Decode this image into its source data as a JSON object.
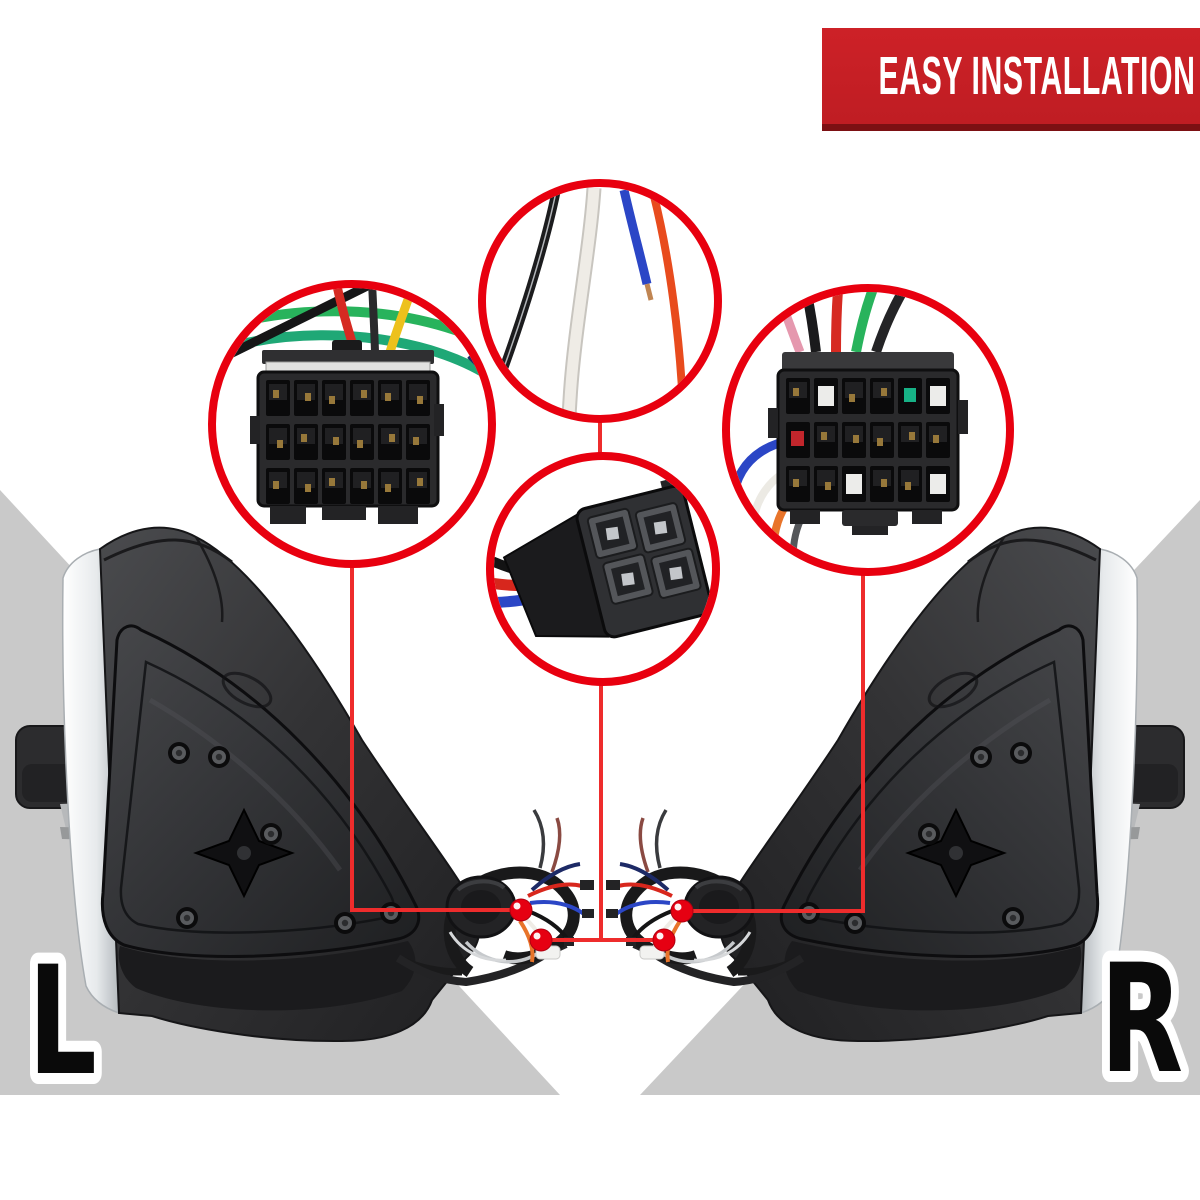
{
  "banner": {
    "label": "EASY INSTALLATION"
  },
  "markers": {
    "left": "L",
    "right": "R"
  },
  "callouts": {
    "left_connector": "18-pin-harness-connector-photo",
    "bare_wires": "stripped-wire-leads-photo",
    "four_pin_connector": "4-pin-power-connector-photo",
    "right_connector": "18-pin-harness-connector-photo"
  },
  "colors": {
    "banner_red": "#cd2127",
    "callout_ring_red": "#e8000f",
    "leader_line_red": "#ee2c2c",
    "marker_dot_red": "#e60012",
    "background_gray": "#c9c9c9"
  }
}
